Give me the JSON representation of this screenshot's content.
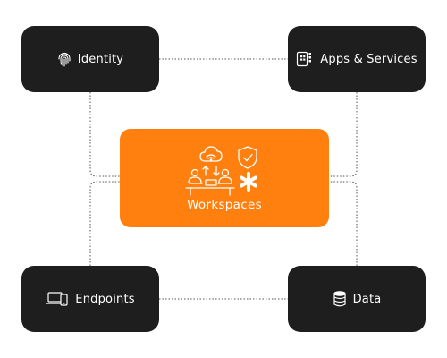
{
  "nodes": {
    "identity": {
      "label": "Identity",
      "icon": "fingerprint-icon"
    },
    "apps": {
      "label": "Apps & Services",
      "icon": "app-grid-icon"
    },
    "endpoints": {
      "label": "Endpoints",
      "icon": "devices-icon"
    },
    "data": {
      "label": "Data",
      "icon": "database-icon"
    },
    "workspaces": {
      "label": "Workspaces",
      "icon": "people-cloud-shield-icon"
    }
  },
  "colors": {
    "node_bg": "#1e1e1e",
    "center_bg": "#ff7f0f",
    "connector": "#555555",
    "text": "#ffffff"
  }
}
